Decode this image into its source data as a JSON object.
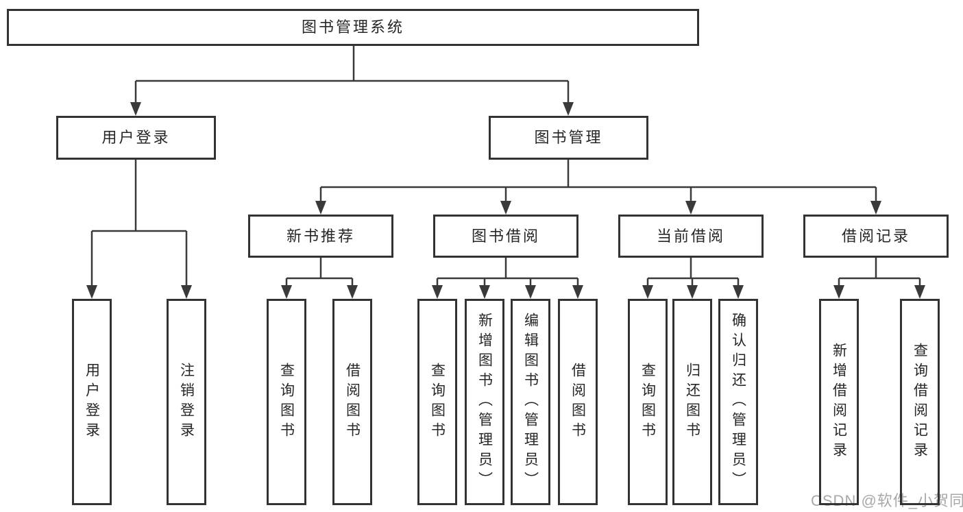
{
  "tree": {
    "root": {
      "label": "图书管理系统",
      "children": [
        {
          "label": "用户登录",
          "children": [
            {
              "label": "用户登录"
            },
            {
              "label": "注销登录"
            }
          ]
        },
        {
          "label": "图书管理",
          "children": [
            {
              "label": "新书推荐",
              "children": [
                {
                  "label": "查询图书"
                },
                {
                  "label": "借阅图书"
                }
              ]
            },
            {
              "label": "图书借阅",
              "children": [
                {
                  "label": "查询图书"
                },
                {
                  "label": "新增图书（管理员）"
                },
                {
                  "label": "编辑图书（管理员）"
                },
                {
                  "label": "借阅图书"
                }
              ]
            },
            {
              "label": "当前借阅",
              "children": [
                {
                  "label": "查询图书"
                },
                {
                  "label": "归还图书"
                },
                {
                  "label": "确认归还（管理员）"
                }
              ]
            },
            {
              "label": "借阅记录",
              "children": [
                {
                  "label": "新增借阅记录"
                },
                {
                  "label": "查询借阅记录"
                }
              ]
            }
          ]
        }
      ]
    }
  },
  "watermark": {
    "text": "CSDN @软件_小贺同学"
  },
  "colors": {
    "line": "#3a3a3a",
    "box_border": "#333333",
    "text": "#262626",
    "background": "#ffffff",
    "watermark": "#a8a8a8"
  }
}
